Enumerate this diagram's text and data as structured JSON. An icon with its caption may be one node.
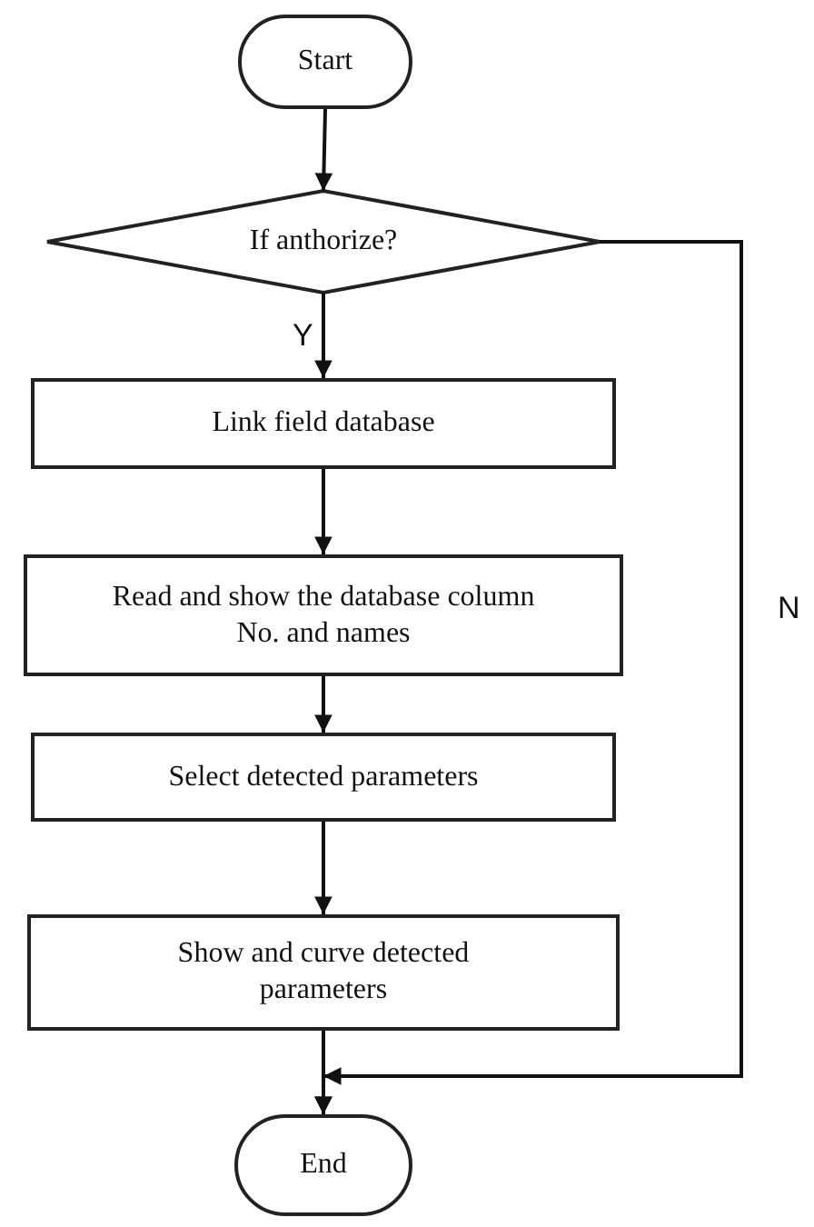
{
  "diagram": {
    "nodes": [
      {
        "text": [
          "Start"
        ]
      },
      {
        "text": [
          "If anthorize?"
        ]
      },
      {
        "text": [
          "Link field database"
        ]
      },
      {
        "text": [
          "Read and show the database column No. and names"
        ]
      },
      {
        "text": [
          "Select detected parameters"
        ]
      },
      {
        "text": [
          "Show and curve detected parameters"
        ]
      },
      {
        "text": [
          "End"
        ]
      }
    ],
    "edges": [
      {
        "from": 0,
        "to": 1,
        "arrow": "to"
      },
      {
        "from": 1,
        "to": 2,
        "arrow": "to",
        "label": "Y"
      },
      {
        "from": 2,
        "to": 3,
        "arrow": "to"
      },
      {
        "from": 3,
        "to": 4,
        "arrow": "to"
      },
      {
        "from": 4,
        "to": 5,
        "arrow": "to"
      },
      {
        "from": 5,
        "to": 6,
        "arrow": "to"
      },
      {
        "from": 1,
        "to": 6,
        "arrow": "to",
        "label": "N"
      }
    ]
  }
}
